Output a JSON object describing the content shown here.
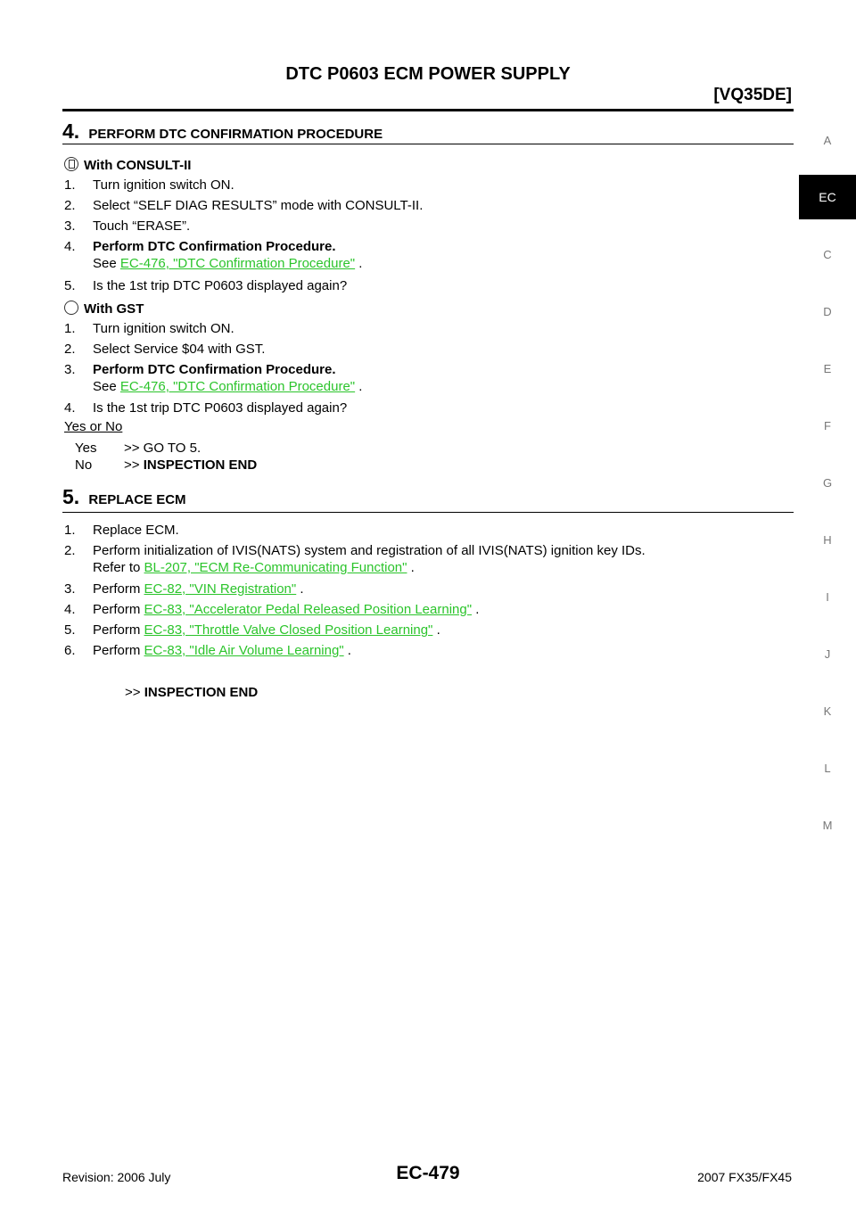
{
  "header": {
    "title": "DTC P0603 ECM POWER SUPPLY",
    "engine": "[VQ35DE]"
  },
  "step4": {
    "num": "4.",
    "title": "PERFORM DTC CONFIRMATION PROCEDURE",
    "consult_label": "With CONSULT-II",
    "consult_steps": [
      "Turn ignition switch ON.",
      "Select “SELF DIAG RESULTS” mode with CONSULT-II.",
      "Touch “ERASE”.",
      "Perform DTC Confirmation Procedure.",
      "Is the 1st trip DTC P0603 displayed again?"
    ],
    "see": "See",
    "consult_link": "EC-476, \"DTC Confirmation Procedure\"",
    "gst_label": "With GST",
    "gst_steps": [
      "Turn ignition switch ON.",
      "Select Service $04 with GST.",
      "Perform DTC Confirmation Procedure.",
      "Is the 1st trip DTC P0603 displayed again?"
    ],
    "gst_link": "EC-476, \"DTC Confirmation Procedure\"",
    "nums": [
      "1.",
      "2.",
      "3.",
      "4.",
      "5."
    ],
    "period": ".",
    "yes_no_label": "Yes or No",
    "yes": "Yes",
    "yes_result": ">> GO TO 5.",
    "no": "No",
    "no_prefix": ">>",
    "no_result": "INSPECTION END"
  },
  "step5": {
    "num": "5.",
    "title": "REPLACE ECM",
    "s1": "Replace ECM.",
    "s2": "Perform initialization of IVIS(NATS) system and registration of all IVIS(NATS) ignition key IDs.",
    "refer_to": "Refer to",
    "s2_link": "BL-207, \"ECM Re-Communicating Function\"",
    "perform": "Perform",
    "s3_link": "EC-82, \"VIN Registration\"",
    "s4_link": "EC-83, \"Accelerator Pedal Released Position Learning\"",
    "s5_link": "EC-83, \"Throttle Valve Closed Position Learning\"",
    "s6_link": "EC-83, \"Idle Air Volume Learning\"",
    "nums": [
      "1.",
      "2.",
      "3.",
      "4.",
      "5.",
      "6."
    ],
    "period": ".",
    "end_prefix": ">>",
    "end": "INSPECTION END"
  },
  "side_tabs": [
    "A",
    "EC",
    "C",
    "D",
    "E",
    "F",
    "G",
    "H",
    "I",
    "J",
    "K",
    "L",
    "M"
  ],
  "active_tab": "EC",
  "footer": {
    "revision": "Revision: 2006 July",
    "page": "EC-479",
    "model": "2007 FX35/FX45"
  }
}
